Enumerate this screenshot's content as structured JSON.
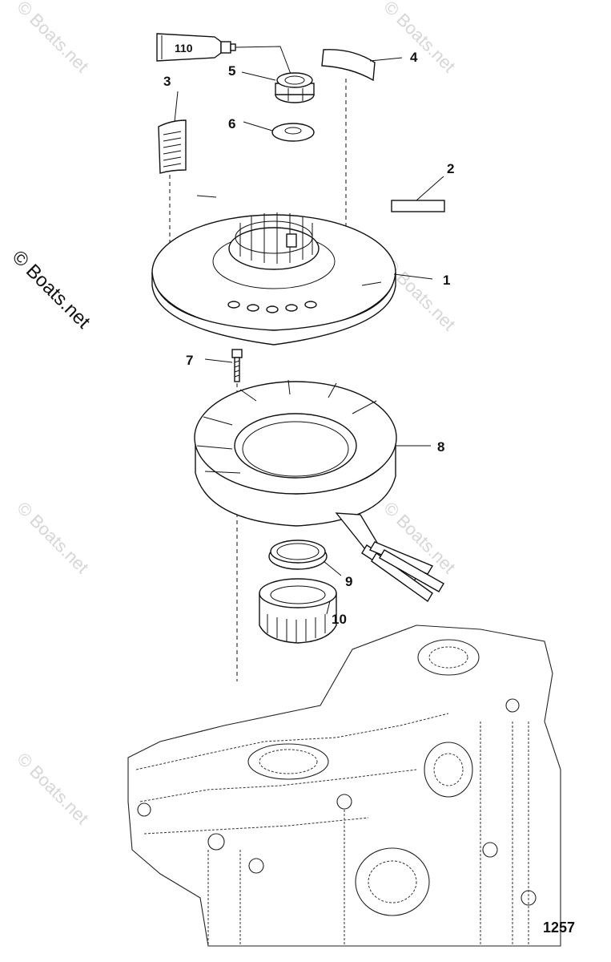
{
  "watermarks": {
    "side_label": "© Boats.net",
    "tile_label": "© Boats.net"
  },
  "sealant_tube": {
    "label": "110"
  },
  "callouts": [
    {
      "id": "1",
      "text": "1"
    },
    {
      "id": "2",
      "text": "2"
    },
    {
      "id": "3",
      "text": "3"
    },
    {
      "id": "4",
      "text": "4"
    },
    {
      "id": "5",
      "text": "5"
    },
    {
      "id": "6",
      "text": "6"
    },
    {
      "id": "7",
      "text": "7"
    },
    {
      "id": "8",
      "text": "8"
    },
    {
      "id": "9",
      "text": "9"
    },
    {
      "id": "10",
      "text": "10"
    }
  ],
  "figure_number": "1257",
  "colors": {
    "line": "#111111",
    "watermark": "#d6d6d6",
    "background": "#ffffff"
  }
}
